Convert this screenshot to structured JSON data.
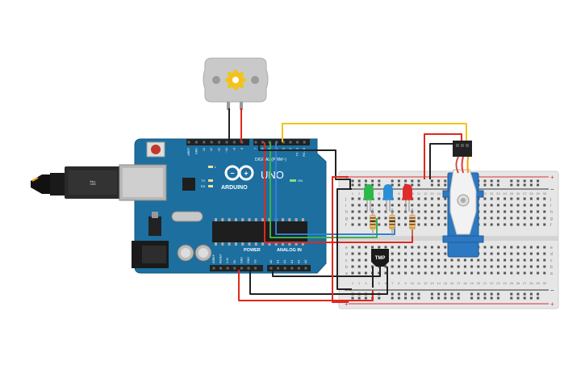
{
  "arduino": {
    "brand_text": "ARDUINO",
    "model_text": "UNO",
    "digital_label": "DIGITAL (PWM~)",
    "power_label": "POWER",
    "analog_label": "ANALOG IN",
    "on_label": "ON",
    "tx_label": "TX",
    "rx_label": "RX",
    "l_label": "L",
    "top_pins": [
      "AREF",
      "GND",
      "13",
      "12",
      "~11",
      "~10",
      "~9",
      "8",
      "7",
      "~6",
      "~5",
      "4",
      "~3",
      "2",
      "TX→1",
      "RX←0"
    ],
    "power_pins": [
      "IOREF",
      "RESET",
      "3.3V",
      "5V",
      "GND",
      "GND",
      "Vin"
    ],
    "analog_pins": [
      "A0",
      "A1",
      "A2",
      "A3",
      "A4",
      "A5"
    ],
    "chip_color": "#1e1e1e",
    "board_color": "#1c6f9f"
  },
  "sensor": {
    "label": "TMP"
  },
  "breadboard": {
    "row_letters_top": [
      "j",
      "i",
      "h",
      "g",
      "f"
    ],
    "row_letters_bottom": [
      "e",
      "d",
      "c",
      "b",
      "a"
    ],
    "rail_minus": "−",
    "rail_plus": "+",
    "column_numbers": [
      "1",
      "2",
      "3",
      "4",
      "5",
      "6",
      "7",
      "8",
      "9",
      "10",
      "11",
      "12",
      "13",
      "14",
      "15",
      "16",
      "17",
      "18",
      "19",
      "20",
      "21",
      "22",
      "23",
      "24",
      "25",
      "26",
      "27",
      "28",
      "29",
      "30"
    ]
  },
  "leds": [
    {
      "name": "green",
      "color": "#2db84a"
    },
    {
      "name": "blue",
      "color": "#2a8fd6"
    },
    {
      "name": "red",
      "color": "#e02b2b"
    }
  ],
  "wire_colors": {
    "red": "#e0281e",
    "black": "#222222",
    "yellow": "#f0c419",
    "green": "#3cb34a",
    "blue": "#2f7fd8"
  }
}
